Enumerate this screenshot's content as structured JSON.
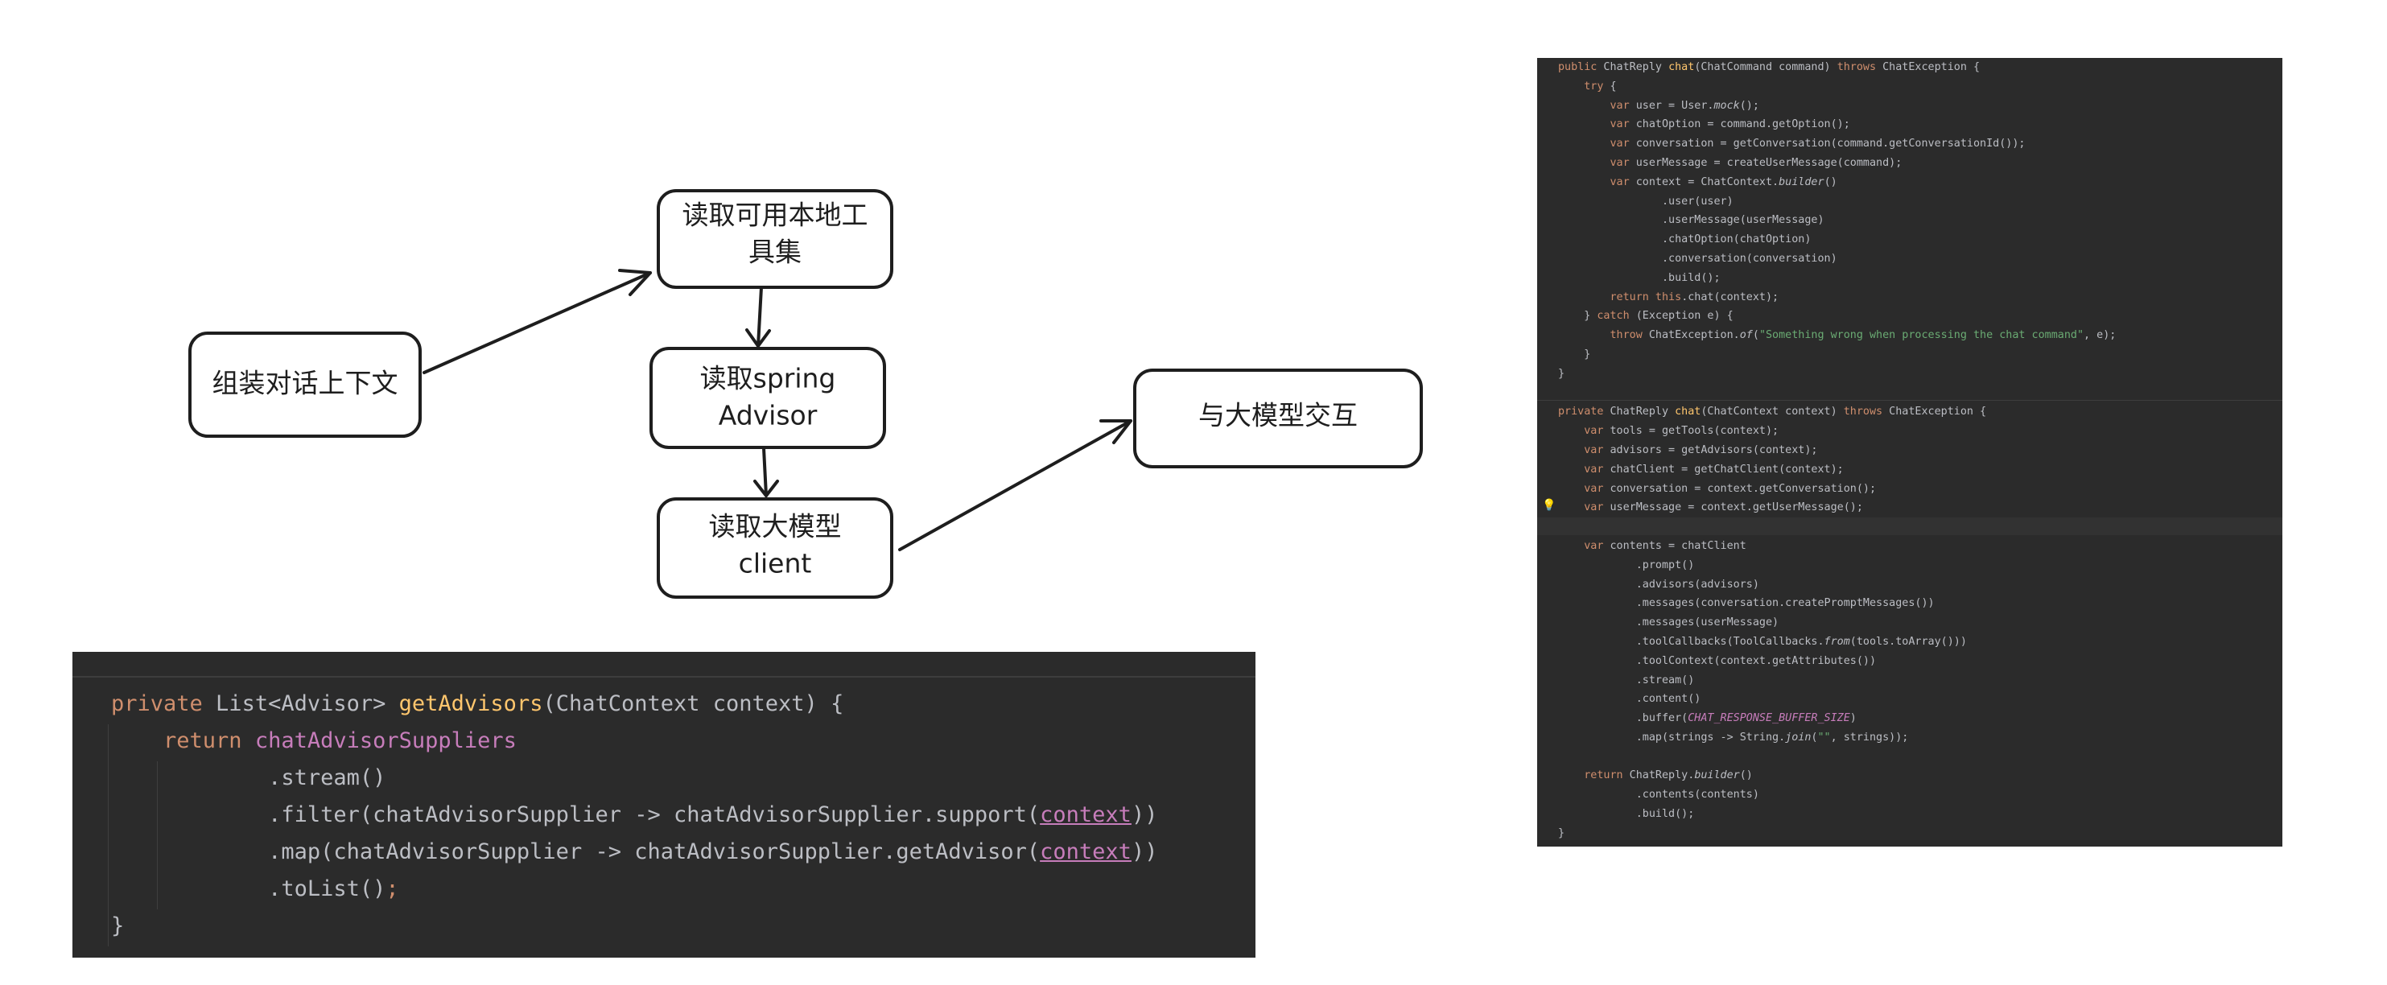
{
  "diagram": {
    "nodes": {
      "assemble_context": "组装对话上下文",
      "read_tools": [
        "读取可用本地工",
        "具集"
      ],
      "read_advisor": [
        "读取spring",
        "Advisor"
      ],
      "read_client": [
        "读取大模型",
        "client"
      ],
      "interact_llm": "与大模型交互"
    }
  },
  "code_left": {
    "language": "java",
    "lines": [
      "private List<Advisor> getAdvisors(ChatContext context) {",
      "    return chatAdvisorSuppliers",
      "            .stream()",
      "            .filter(chatAdvisorSupplier -> chatAdvisorSupplier.support(context))",
      "            .map(chatAdvisorSupplier -> chatAdvisorSupplier.getAdvisor(context))",
      "            .toList();",
      "}"
    ]
  },
  "code_right": {
    "language": "java",
    "lines": [
      "public ChatReply chat(ChatCommand command) throws ChatException {",
      "    try {",
      "        var user = User.mock();",
      "        var chatOption = command.getOption();",
      "        var conversation = getConversation(command.getConversationId());",
      "        var userMessage = createUserMessage(command);",
      "        var context = ChatContext.builder()",
      "                .user(user)",
      "                .userMessage(userMessage)",
      "                .chatOption(chatOption)",
      "                .conversation(conversation)",
      "                .build();",
      "        return this.chat(context);",
      "    } catch (Exception e) {",
      "        throw ChatException.of(\"Something wrong when processing the chat command\", e);",
      "    }",
      "}",
      "",
      "private ChatReply chat(ChatContext context) throws ChatException {",
      "    var tools = getTools(context);",
      "    var advisors = getAdvisors(context);",
      "    var chatClient = getChatClient(context);",
      "    var conversation = context.getConversation();",
      "    var userMessage = context.getUserMessage();",
      "",
      "    var contents = chatClient",
      "            .prompt()",
      "            .advisors(advisors)",
      "            .messages(conversation.createPromptMessages())",
      "            .messages(userMessage)",
      "            .toolCallbacks(ToolCallbacks.from(tools.toArray()))",
      "            .toolContext(context.getAttributes())",
      "            .stream()",
      "            .content()",
      "            .buffer(CHAT_RESPONSE_BUFFER_SIZE)",
      "            .map(strings -> String.join(\"\", strings));",
      "",
      "    return ChatReply.builder()",
      "            .contents(contents)",
      "            .build();",
      "}"
    ]
  }
}
